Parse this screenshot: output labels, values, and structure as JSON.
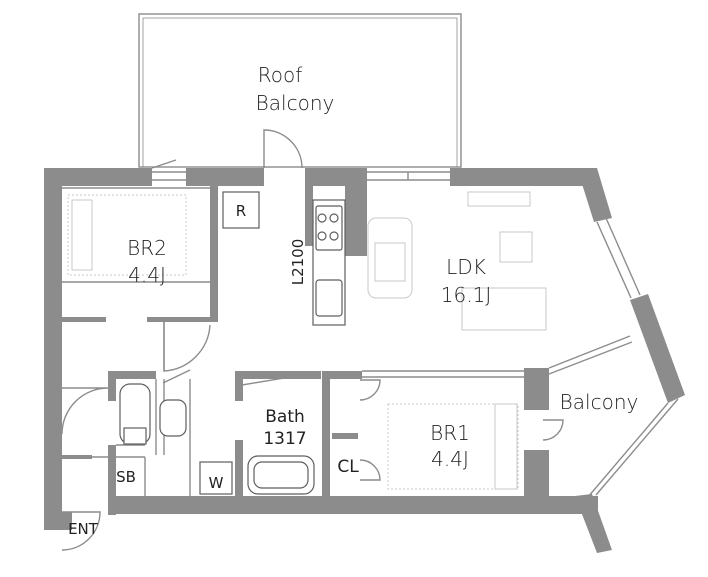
{
  "labels": {
    "roof_balcony_line1": "Roof",
    "roof_balcony_line2": "Balcony",
    "br2_name": "BR2",
    "br2_size": "4.4J",
    "ldk_name": "LDK",
    "ldk_size": "16.1J",
    "ceiling_height": "L2100",
    "refrigerator": "R",
    "bath_name": "Bath",
    "bath_size": "1317",
    "br1_name": "BR1",
    "br1_size": "4.4J",
    "balcony": "Balcony",
    "closet": "CL",
    "shoe_box": "SB",
    "washer": "W",
    "entrance": "ENT"
  },
  "colors": {
    "wall": "#8c8c8c",
    "line": "#6f6f6f",
    "furniture": "#c9c9c9",
    "text": "#222222"
  }
}
